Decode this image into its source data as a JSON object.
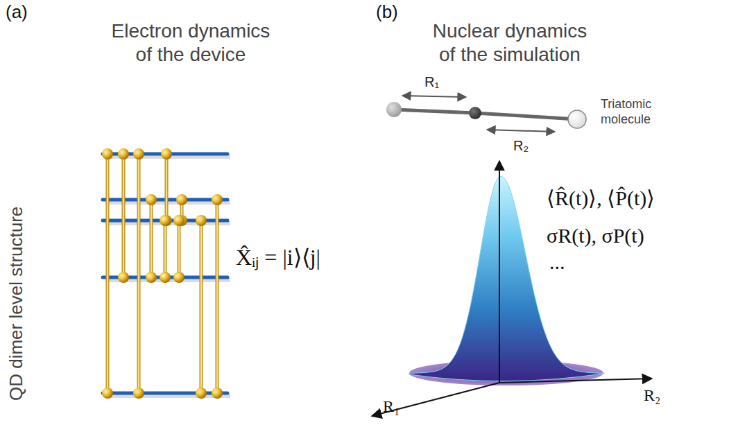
{
  "diagram": {
    "labels": [
      "(a)",
      "Electron dynamics of the device",
      "(b)",
      "Nuclear dynamics of the simulation",
      "QD dimer level structure",
      "X̂ᵢⱼ = |i⟩⟨j|",
      "R₁",
      "Triatomic molecule",
      "R₂",
      "⟨R̂(t)⟩, ⟨P̂(t)⟩",
      "σR(t), σP(t)",
      "...",
      "R₂",
      "R₁"
    ]
  }
}
